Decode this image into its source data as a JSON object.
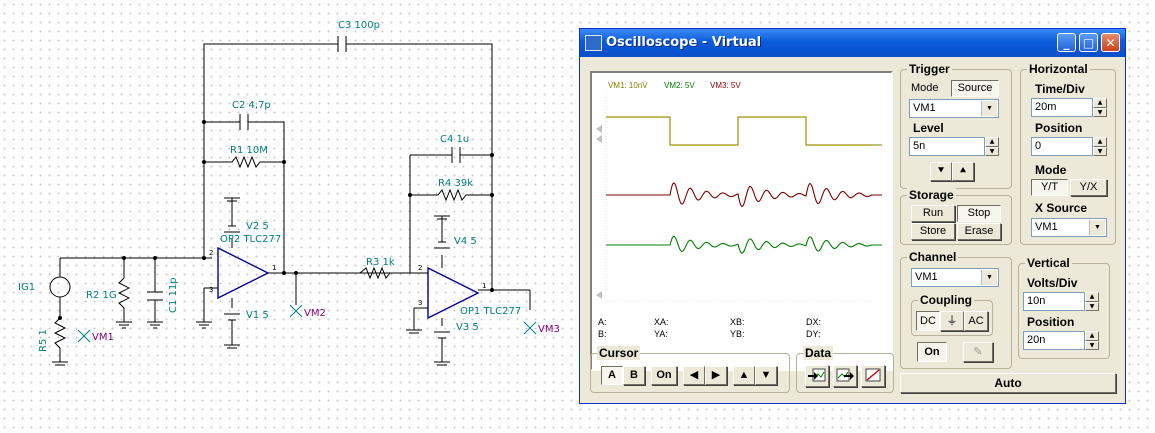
{
  "schematic": {
    "components": {
      "c3": "C3 100p",
      "c2": "C2 4,7p",
      "r1": "R1 10M",
      "c4": "C4 1u",
      "r4": "R4 39k",
      "v2": "V2 5",
      "op2": "OP2 TLC277",
      "v1": "V1 5",
      "v4": "V4 5",
      "v3": "V3 5",
      "op1": "OP1 TLC277",
      "r3": "R3 1k",
      "ig1": "IG1",
      "r2": "R2 1G",
      "c1": "C1 11p",
      "r5": "R5 1"
    },
    "meters": {
      "vm1": "VM1",
      "vm2": "VM2",
      "vm3": "VM3"
    },
    "pins": {
      "p1": "1",
      "p2": "2",
      "p3": "3"
    }
  },
  "window": {
    "title": "Oscilloscope - Virtual",
    "controls": {
      "minimize": "_",
      "maximize": "□",
      "close": "✕"
    }
  },
  "screen": {
    "channel_labels": [
      {
        "text": "VM1: 10nV",
        "color": "#808000"
      },
      {
        "text": "VM2: 5V",
        "color": "#008000"
      },
      {
        "text": "VM3: 5V",
        "color": "#800000"
      }
    ],
    "cursor_readouts": {
      "a": "A:",
      "b": "B:",
      "xa": "XA:",
      "ya": "YA:",
      "xb": "XB:",
      "yb": "YB:",
      "dx": "DX:",
      "dy": "DY:"
    }
  },
  "trigger": {
    "title": "Trigger",
    "mode_label": "Mode",
    "source_label": "Source",
    "source_value": "VM1",
    "level_label": "Level",
    "level_value": "5n"
  },
  "horizontal": {
    "title": "Horizontal",
    "time_div_label": "Time/Div",
    "time_div_value": "20m",
    "position_label": "Position",
    "position_value": "0",
    "mode_label": "Mode",
    "mode_yt": "Y/T",
    "mode_yx": "Y/X",
    "xsource_label": "X Source",
    "xsource_value": "VM1"
  },
  "storage": {
    "title": "Storage",
    "run": "Run",
    "stop": "Stop",
    "store": "Store",
    "erase": "Erase"
  },
  "channel": {
    "title": "Channel",
    "value": "VM1",
    "coupling_title": "Coupling",
    "dc": "DC",
    "gnd": "⏚",
    "ac": "AC",
    "on": "On"
  },
  "vertical": {
    "title": "Vertical",
    "volts_div_label": "Volts/Div",
    "volts_div_value": "10n",
    "position_label": "Position",
    "position_value": "20n"
  },
  "cursor": {
    "title": "Cursor",
    "a": "A",
    "b": "B",
    "on": "On",
    "left": "◀",
    "right": "▶",
    "up": "▲",
    "down": "▼"
  },
  "data": {
    "title": "Data"
  },
  "auto_label": "Auto"
}
